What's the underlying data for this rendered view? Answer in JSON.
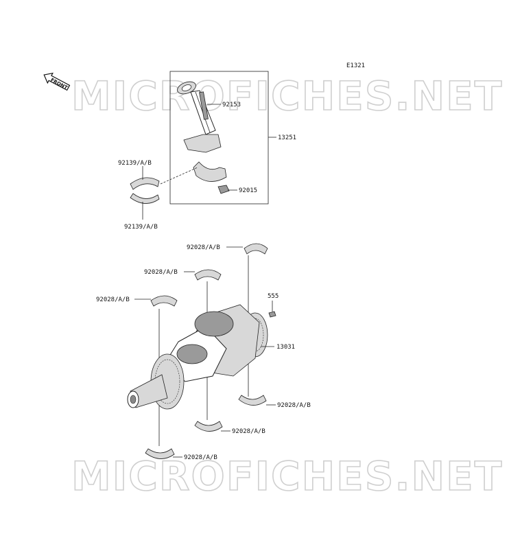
{
  "diagram": {
    "code": "E1321",
    "front_label": "FRONT",
    "watermark": "MICROFICHES.NET",
    "parts": {
      "connecting_rod_assy": "13251",
      "rod_bolt": "92153",
      "rod_nut": "92015",
      "rod_bearing_upper": "92139/A/B",
      "rod_bearing_lower": "92139/A/B",
      "main_bearing_1": "92028/A/B",
      "main_bearing_2": "92028/A/B",
      "main_bearing_3": "92028/A/B",
      "main_bearing_4": "92028/A/B",
      "main_bearing_5": "92028/A/B",
      "main_bearing_6": "92028/A/B",
      "crankshaft": "13031",
      "plug": "555"
    }
  }
}
